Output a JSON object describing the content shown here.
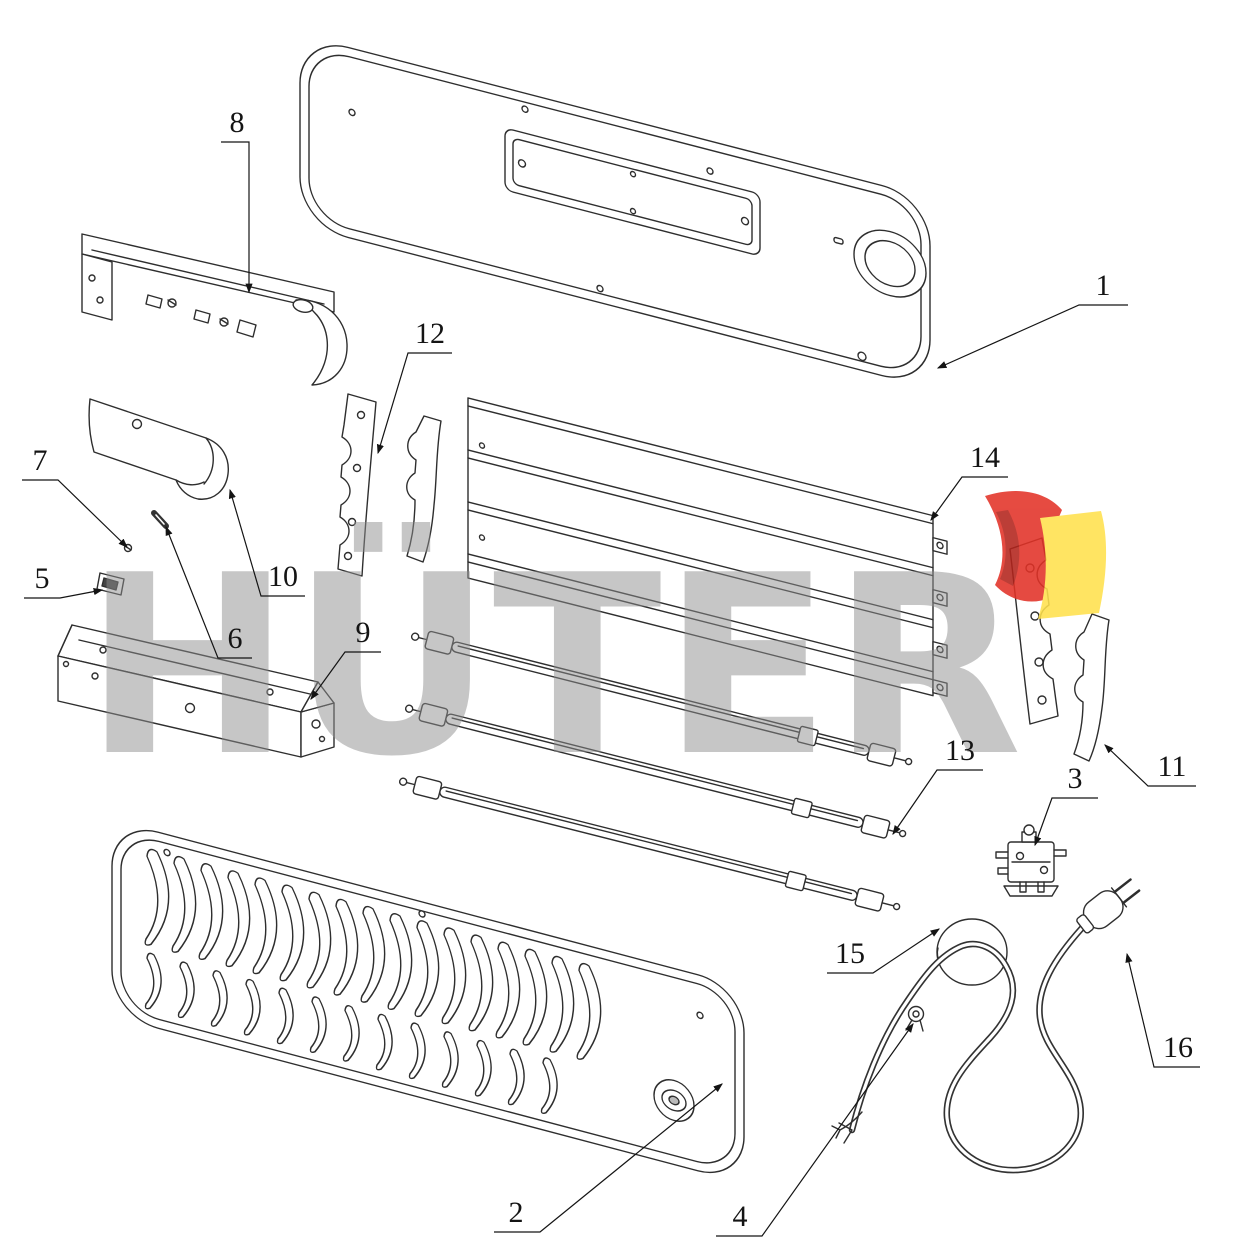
{
  "watermark": {
    "text": "HÜTER"
  },
  "brand": {
    "red": "#e23227",
    "dark_red": "#b3241c",
    "yellow": "#ffe14d",
    "gray": "#8f8f8f"
  },
  "labels": [
    "1",
    "2",
    "3",
    "4",
    "5",
    "6",
    "7",
    "8",
    "9",
    "10",
    "11",
    "12",
    "13",
    "14",
    "15",
    "16"
  ]
}
